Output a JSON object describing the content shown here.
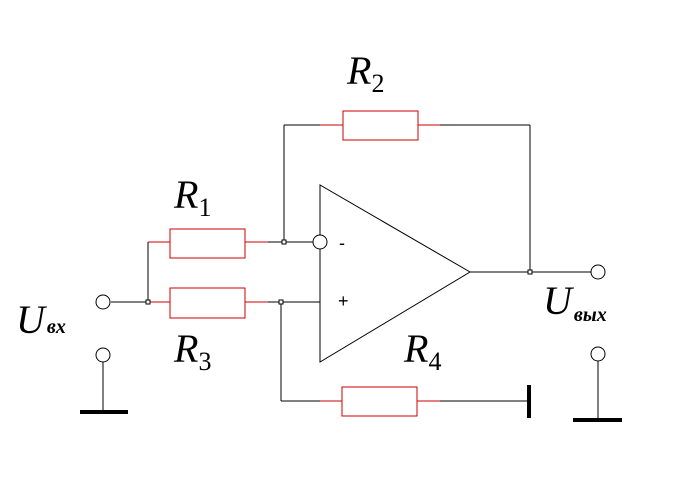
{
  "labels": {
    "r1": {
      "letter": "R",
      "index": "1"
    },
    "r2": {
      "letter": "R",
      "index": "2"
    },
    "r3": {
      "letter": "R",
      "index": "3"
    },
    "r4": {
      "letter": "R",
      "index": "4"
    },
    "uin": {
      "letter": "U",
      "index": "вх"
    },
    "uout": {
      "letter": "U",
      "index": "вых"
    },
    "minus": "-",
    "plus": "+"
  },
  "colors": {
    "resistor": "#cc0000",
    "wire": "#000000"
  }
}
